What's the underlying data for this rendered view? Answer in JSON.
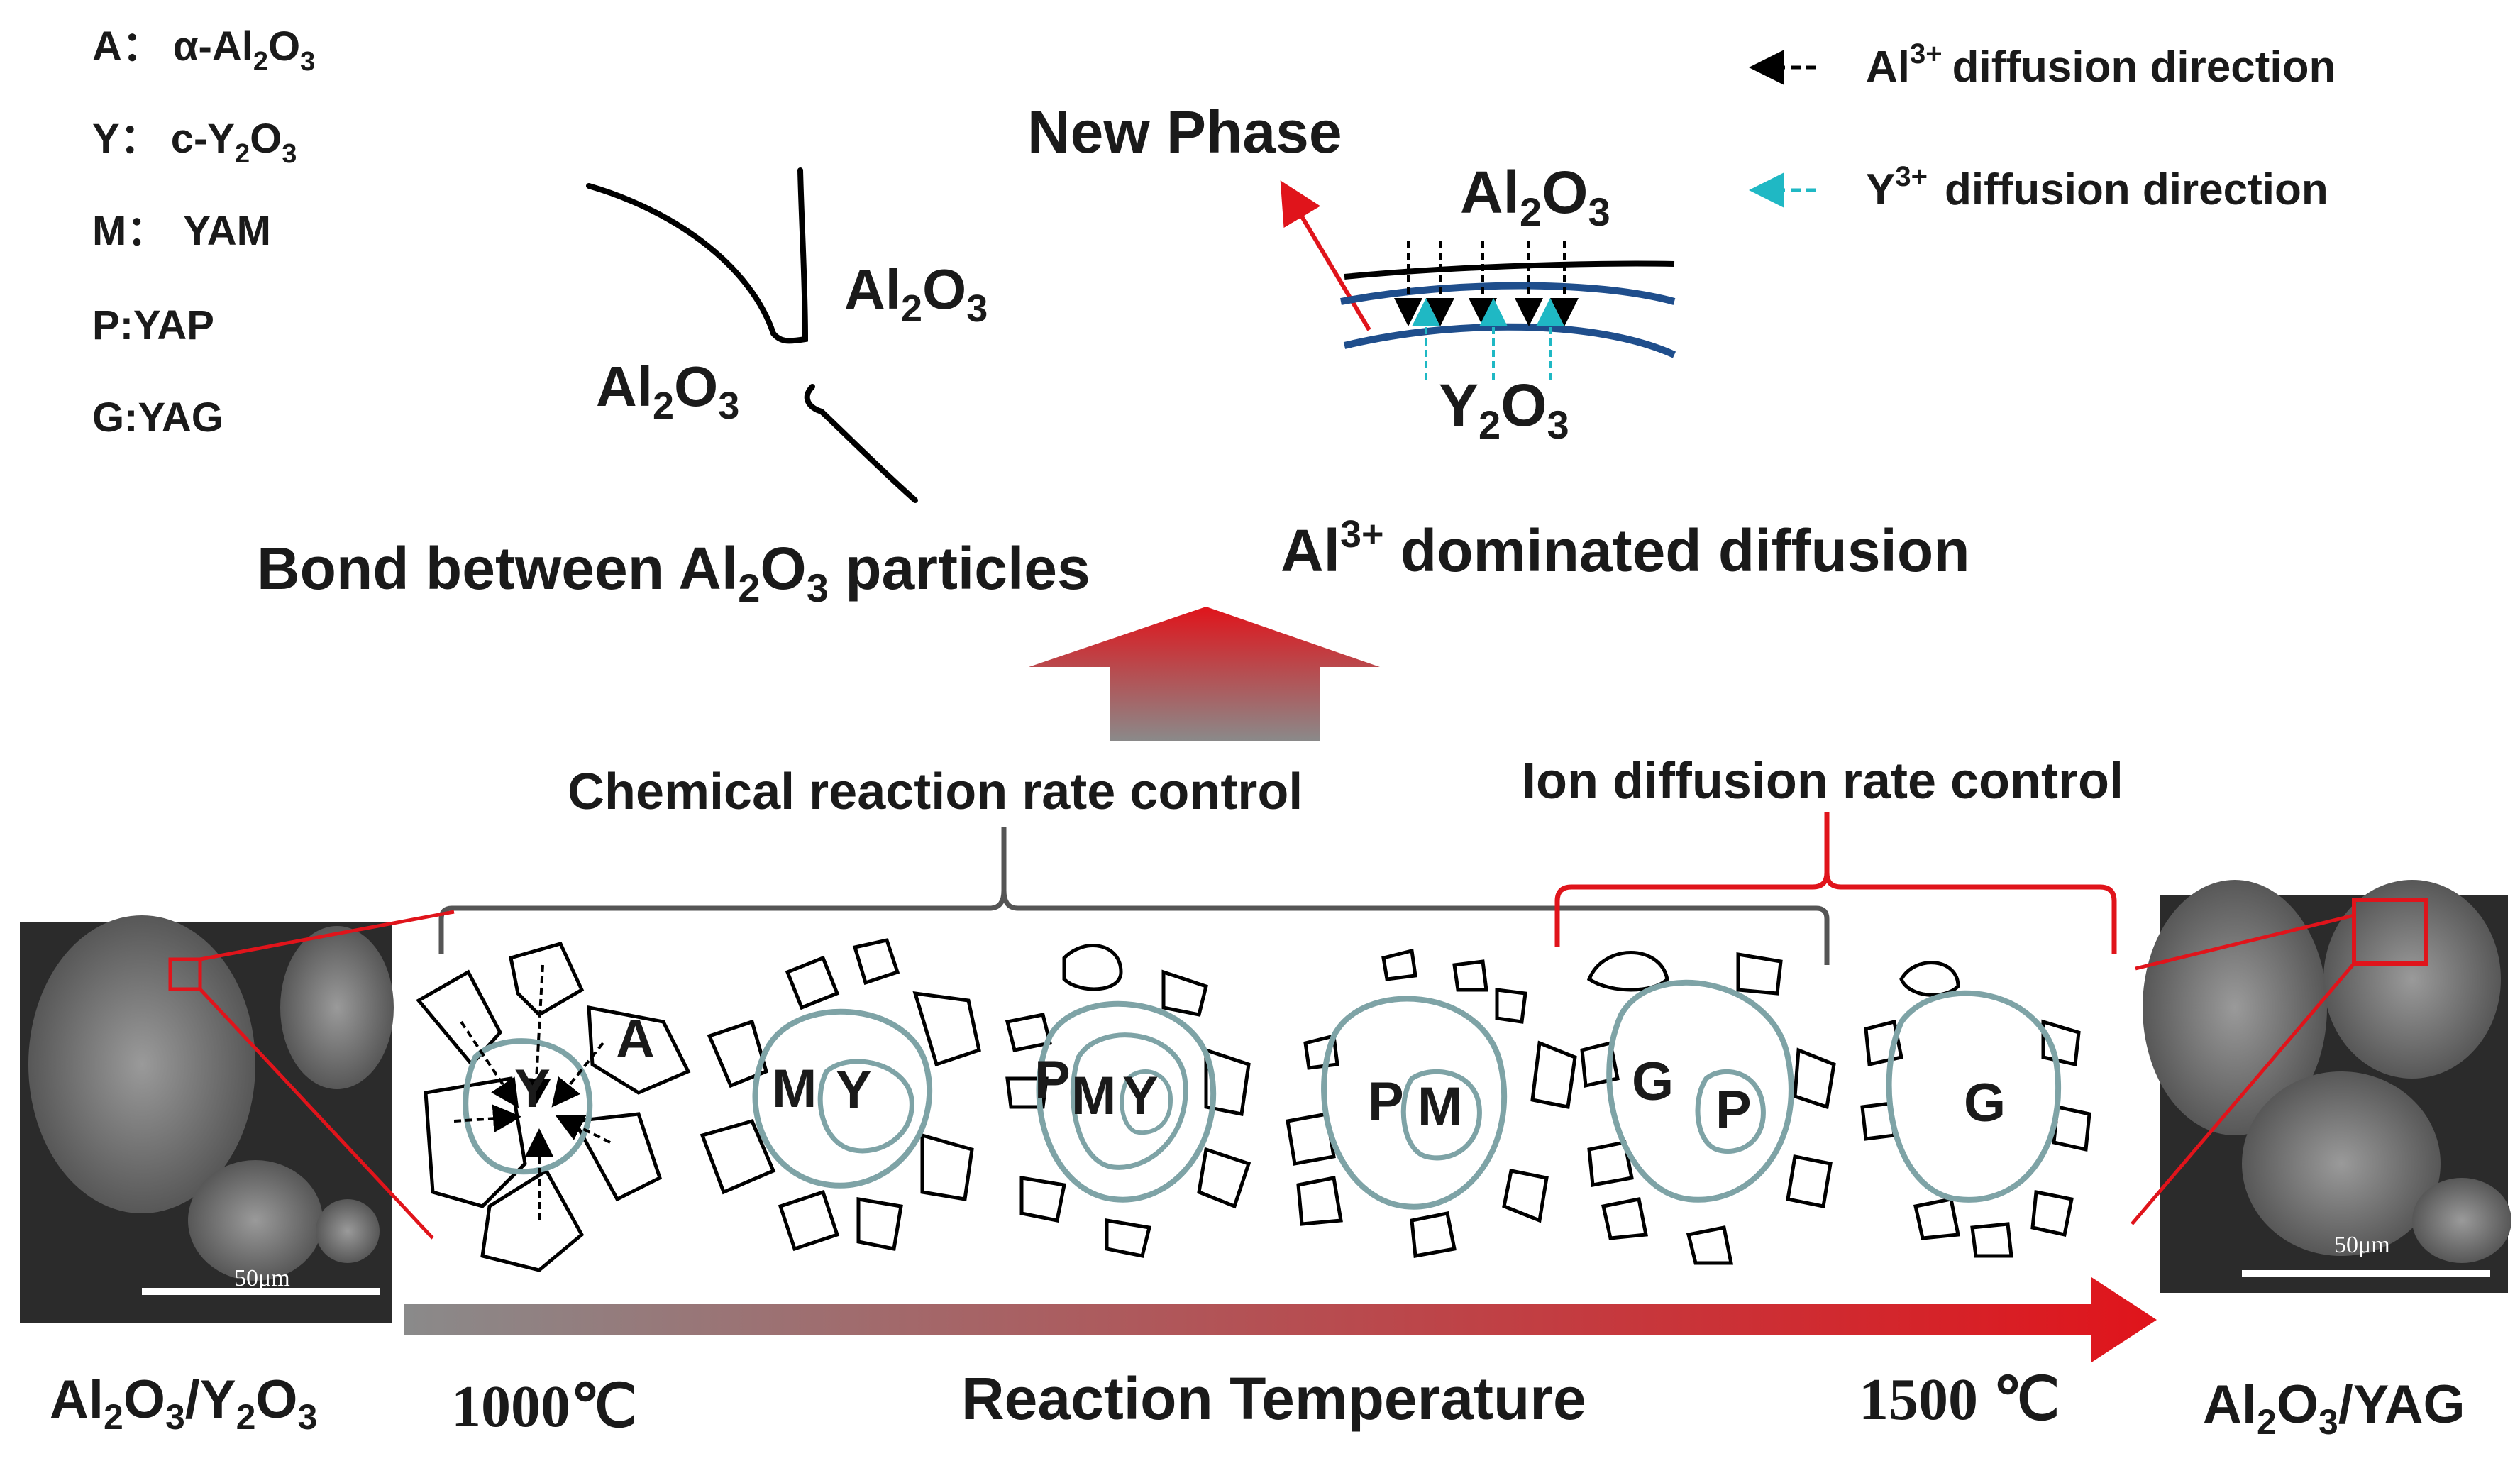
{
  "legend": {
    "abbreviations": [
      {
        "key": "A",
        "sep": "：",
        "parts": [
          "α-Al",
          "2",
          "O",
          "3"
        ]
      },
      {
        "key": "Y",
        "sep": "：",
        "parts": [
          "c-Y",
          "2",
          "O",
          "3"
        ]
      },
      {
        "key": "M",
        "sep": "：",
        "parts": [
          "YAM"
        ]
      },
      {
        "key": "P",
        "sep": ":",
        "parts": [
          "YAP"
        ]
      },
      {
        "key": "G",
        "sep": ":",
        "parts": [
          "YAG"
        ]
      }
    ],
    "diffusion": [
      {
        "ion": "Al",
        "charge": "3+",
        "text": "diffusion direction",
        "color": "#000000"
      },
      {
        "ion": "Y",
        "charge": "3+",
        "text": "diffusion direction",
        "color": "#1fb8c4"
      }
    ]
  },
  "top_left": {
    "particle_label_a": [
      "Al",
      "2",
      "O",
      "3"
    ],
    "particle_label_b": [
      "Al",
      "2",
      "O",
      "3"
    ],
    "caption": {
      "pre": "Bond between Al",
      "s1": "2",
      "mid": "O",
      "s2": "3",
      "post": " particles"
    }
  },
  "top_right": {
    "new_phase": "New Phase",
    "top_label": [
      "Al",
      "2",
      "O",
      "3"
    ],
    "bottom_label": [
      "Y",
      "2",
      "O",
      "3"
    ],
    "caption": {
      "ion": "Al",
      "charge": "3+",
      "text": " dominated diffusion"
    }
  },
  "middle": {
    "chemical_control": "Chemical reaction rate control",
    "ion_control": "Ion diffusion rate  control"
  },
  "stages": [
    {
      "labels": [
        "Y",
        "A"
      ]
    },
    {
      "labels": [
        "M",
        "Y"
      ]
    },
    {
      "labels": [
        "P",
        "M",
        "Y"
      ]
    },
    {
      "labels": [
        "P",
        "M"
      ]
    },
    {
      "labels": [
        "G",
        "P"
      ]
    },
    {
      "labels": [
        "G"
      ]
    }
  ],
  "micrographs": {
    "left_scale": "50μm",
    "right_scale": "50μm",
    "left_caption": {
      "a": "Al",
      "s1": "2",
      "b": "O",
      "s2": "3",
      "c": "/Y",
      "s3": "2",
      "d": "O",
      "s4": "3"
    },
    "right_caption": {
      "a": "Al",
      "s1": "2",
      "b": "O",
      "s2": "3",
      "c": "/YAG"
    }
  },
  "temperature": {
    "start": "1000℃",
    "axis": "Reaction Temperature",
    "end": "1500 ℃"
  },
  "colors": {
    "red": "#e0141b",
    "teal_outline": "#7ea3a6",
    "blue_band": "#1f4e8c",
    "grey_bracket": "#555555"
  }
}
